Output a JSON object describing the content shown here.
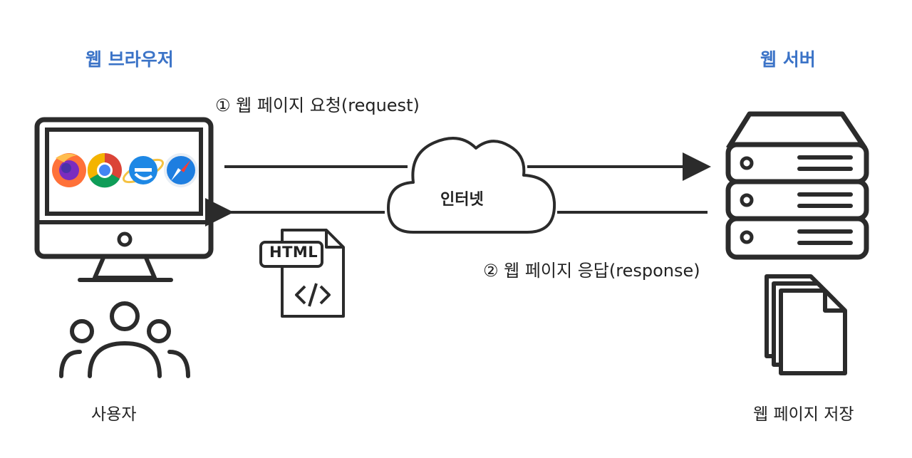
{
  "client": {
    "title": "웹 브라우저",
    "user_label": "사용자",
    "browser_icons": [
      "firefox-icon",
      "chrome-icon",
      "internet-explorer-icon",
      "safari-icon"
    ]
  },
  "server": {
    "title": "웹 서버",
    "storage_label": "웹 페이지 저장"
  },
  "network": {
    "cloud_label": "인터넷"
  },
  "flows": {
    "request_label": "① 웹 페이지 요청(request)",
    "response_label": "② 웹 페이지 응답(response)"
  },
  "document": {
    "badge_text": "HTML",
    "code_glyph": "</>"
  },
  "colors": {
    "accent": "#3b73c7",
    "stroke": "#2b2b2b"
  }
}
